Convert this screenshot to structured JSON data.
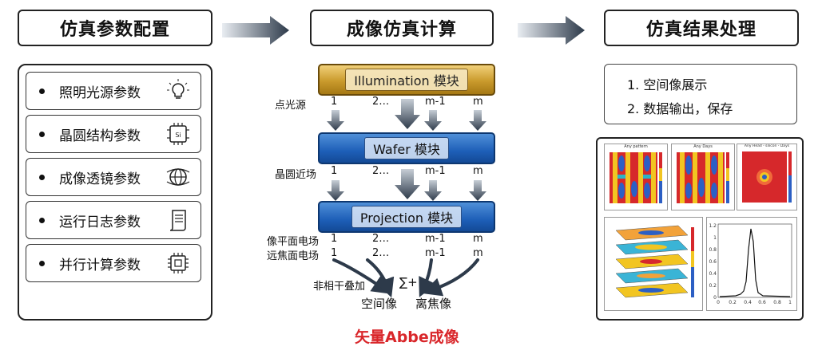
{
  "headers": {
    "config": "仿真参数配置",
    "compute": "成像仿真计算",
    "process": "仿真结果处理"
  },
  "params": [
    {
      "label": "照明光源参数",
      "icon": "lightbulb-icon"
    },
    {
      "label": "晶圆结构参数",
      "icon": "si-chip-icon"
    },
    {
      "label": "成像透镜参数",
      "icon": "lens-globe-icon"
    },
    {
      "label": "运行日志参数",
      "icon": "scroll-log-icon"
    },
    {
      "label": "并行计算参数",
      "icon": "cpu-chip-icon"
    }
  ],
  "modules": {
    "illumination": "Illumination 模块",
    "wafer": "Wafer 模块",
    "projection": "Projection 模块"
  },
  "row_labels": {
    "point_source": "点光源",
    "wafer_near": "晶圆近场",
    "image_plane": "像平面电场",
    "far_focus": "远焦面电场"
  },
  "indices": [
    "1",
    "2…",
    "m-1",
    "m"
  ],
  "sum": {
    "incoherent": "非相干叠加",
    "sum_symbol": "∑+",
    "aerial": "空间像",
    "defocus": "离焦像"
  },
  "method_title": "矢量Abbe成像",
  "processing": {
    "items": [
      "1.   空间像展示",
      "2.   数据输出，保存"
    ]
  },
  "thumbs": {
    "titles": [
      "Any pattern",
      "Any Days",
      "Any Head - silicon - Days"
    ]
  },
  "plot_ticks": {
    "y": [
      "1.2",
      "1",
      "0.8",
      "0.6",
      "0.4",
      "0.2",
      "0"
    ],
    "x": [
      "0",
      "0.2",
      "0.4",
      "0.6",
      "0.8",
      "1"
    ]
  },
  "colors": {
    "accent_red": "#d9262a",
    "arrow_dark": "#2d3a4a",
    "gold": "#c99a2c",
    "blue": "#1e5fb8"
  }
}
